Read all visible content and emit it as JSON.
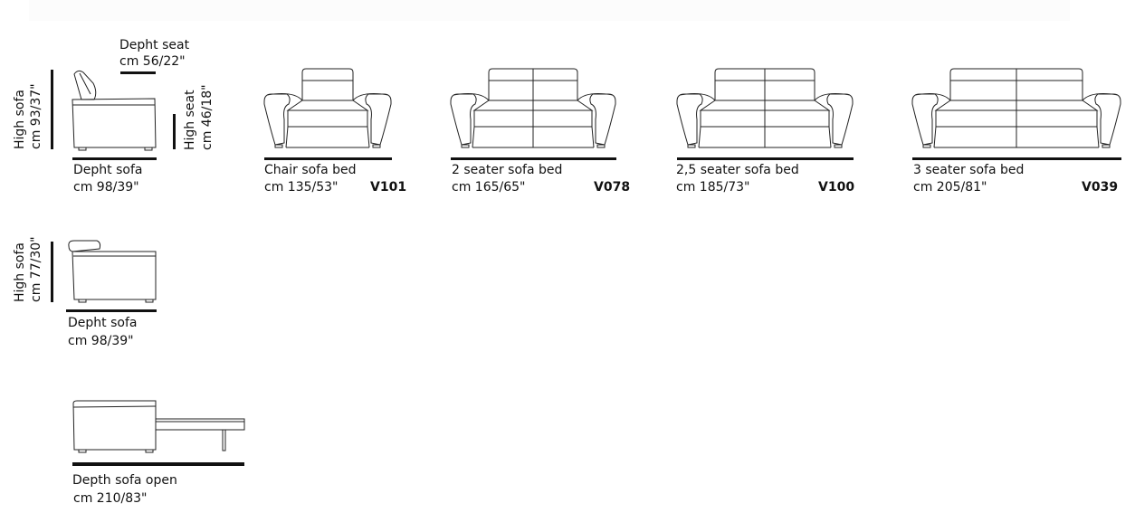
{
  "side_view_seated": {
    "high_sofa_label": "High sofa",
    "high_sofa_value": "cm 93/37\"",
    "depth_seat_label": "Depht seat",
    "depth_seat_value": "cm 56/22\"",
    "high_seat_label": "High seat",
    "high_seat_value": "cm 46/18\"",
    "depth_sofa_label": "Depht sofa",
    "depth_sofa_value": "cm 98/39\""
  },
  "side_view_headrest": {
    "high_sofa_label": "High sofa",
    "high_sofa_value": "cm 77/30\"",
    "depth_sofa_label": "Depht sofa",
    "depth_sofa_value": "cm 98/39\""
  },
  "side_view_open": {
    "depth_open_label": "Depth sofa open",
    "depth_open_value": "cm 210/83\""
  },
  "models": [
    {
      "name": "Chair sofa bed",
      "width": "cm 135/53\"",
      "code": "V101",
      "cushions": 1
    },
    {
      "name": "2 seater sofa bed",
      "width": "cm 165/65\"",
      "code": "V078",
      "cushions": 2
    },
    {
      "name": "2,5 seater sofa bed",
      "width": "cm 185/73\"",
      "code": "V100",
      "cushions": 2
    },
    {
      "name": "3 seater sofa bed",
      "width": "cm 205/81\"",
      "code": "V039",
      "cushions": 2
    }
  ]
}
